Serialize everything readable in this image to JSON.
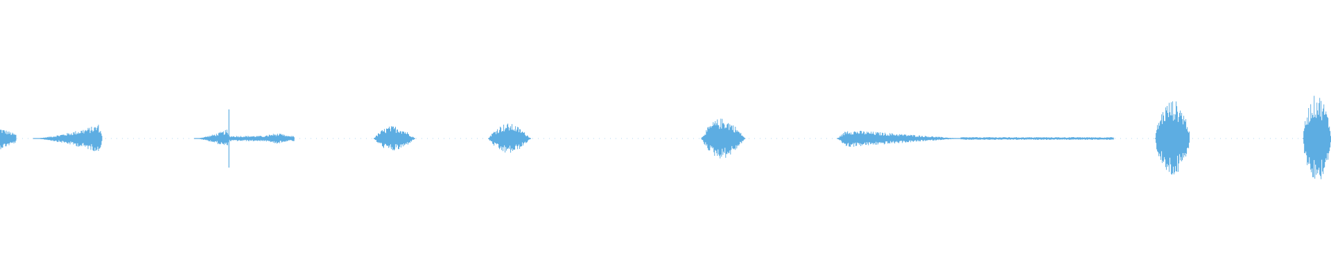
{
  "waveform": {
    "color": "#5dade2",
    "background": "#ffffff",
    "segments": [
      {
        "start": 0.0,
        "end": 0.012,
        "shape": "decay",
        "peak": 0.08
      },
      {
        "start": 0.025,
        "end": 0.077,
        "shape": "swell",
        "peak": 0.11
      },
      {
        "start": 0.146,
        "end": 0.172,
        "shape": "swell",
        "peak": 0.07
      },
      {
        "start": 0.172,
        "end": 0.221,
        "shape": "plateau",
        "peak": 0.02
      },
      {
        "start": 0.196,
        "end": 0.221,
        "shape": "hump",
        "peak": 0.04
      },
      {
        "start": 0.281,
        "end": 0.312,
        "shape": "hump",
        "peak": 0.1
      },
      {
        "start": 0.367,
        "end": 0.399,
        "shape": "hump",
        "peak": 0.12
      },
      {
        "start": 0.527,
        "end": 0.56,
        "shape": "hump",
        "peak": 0.16
      },
      {
        "start": 0.629,
        "end": 0.722,
        "shape": "fade",
        "peak": 0.07
      },
      {
        "start": 0.722,
        "end": 0.837,
        "shape": "plateau",
        "peak": 0.01
      },
      {
        "start": 0.868,
        "end": 0.894,
        "shape": "burst",
        "peak": 0.28
      },
      {
        "start": 0.979,
        "end": 1.0,
        "shape": "burst",
        "peak": 0.32
      }
    ],
    "spikes": [
      {
        "pos": 0.172,
        "peak": 0.21
      }
    ]
  }
}
